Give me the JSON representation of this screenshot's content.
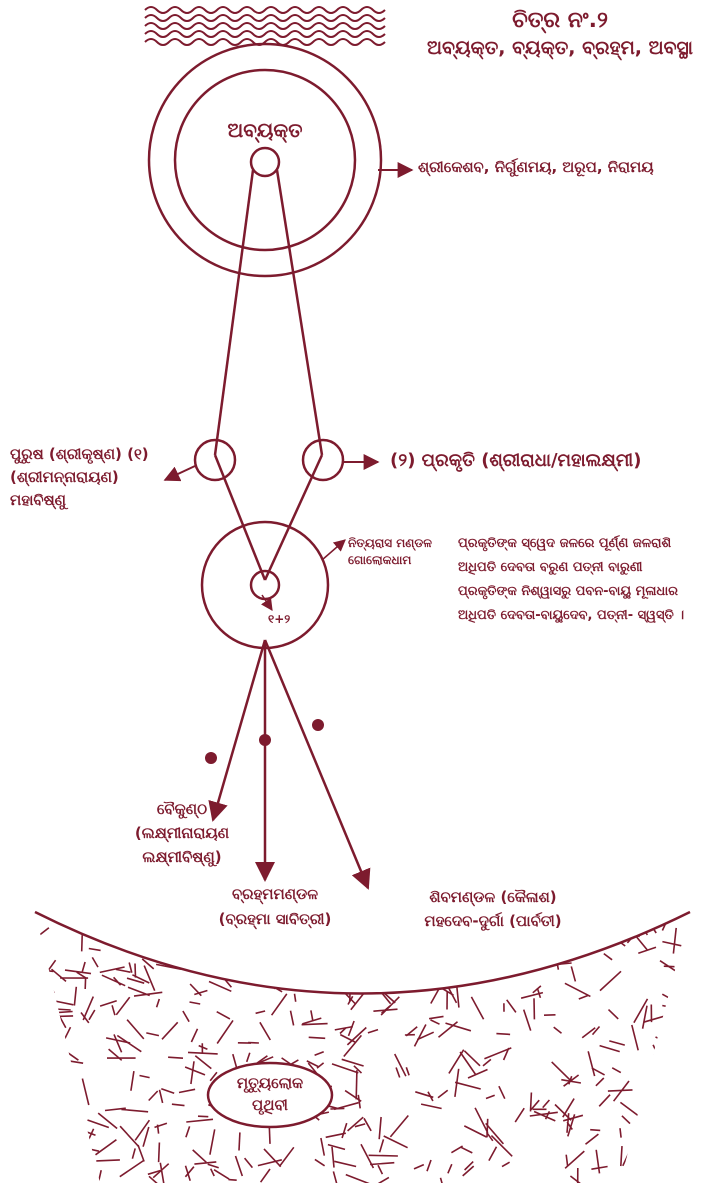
{
  "header": {
    "figure_number": "ଚିତ୍ର ନଂ.୨",
    "subtitle": "ଅବ୍ୟକ୍ତ, ବ୍ୟକ୍ତ, ବ୍ରହ୍ମ, ଅବସ୍ଥା"
  },
  "top_circle": {
    "label": "ଅବ୍ୟକ୍ତ",
    "description": "ଶ୍ରୀକେଶବ, ନିର୍ଗୁଣମୟ, ଅରୂପ, ନିରାମୟ"
  },
  "left_node": {
    "line1": "ପୁରୁଷ (ଶ୍ରୀକୃଷ୍ଣ) (୧)",
    "line2": "(ଶ୍ରୀମନ୍ନାରାୟଣ)",
    "line3": "ମହାବିଷ୍ଣୁ"
  },
  "right_node": {
    "label": "(୨) ପ୍ରକୃତି (ଶ୍ରୀରାଧା/ମହାଲକ୍ଷ୍ମୀ)"
  },
  "middle_circle": {
    "tag_line1": "ନିତ୍ୟରାସ ମଣ୍ଡଳ",
    "tag_line2": "ଗୋଲୋକଧାମ",
    "sum_label": "୧+୨",
    "notes": [
      "ପ୍ରକୃତିଙ୍କ ସ୍ୱେଦ ଜଳରେ ପୂର୍ଣ୍ଣ ଜଳରାଶି",
      "ଅଧିପତି ଦେବତା ବରୁଣ ପତ୍ନୀ ବାରୁଣୀ",
      "ପ୍ରକୃତିଙ୍କ ନିଶ୍ୱାସରୁ ପବନ-ବାୟୁ ମୂଳାଧାର",
      "ଅଧିପତି ଦେବତା-ବାୟୁଦେବ, ପତ୍ନୀ- ସ୍ୱସ୍ତି ।"
    ]
  },
  "branches": {
    "vaikuntha": {
      "line1": "ବୈକୁଣ୍ଠ",
      "line2": "(ଲକ୍ଷ୍ମୀନାରାୟଣ",
      "line3": "ଲକ୍ଷ୍ମୀବିଷ୍ଣୁ)"
    },
    "brahma": {
      "line1": "ବ୍ରହ୍ମମଣ୍ଡଳ",
      "line2": "(ବ୍ରହ୍ମା ସାବିତ୍ରୀ)"
    },
    "shiva": {
      "line1": "ଶିବମଣ୍ଡଳ (କୈଳାଶ)",
      "line2": "ମହଦେବ-ଦୁର୍ଗା (ପାର୍ବତୀ)"
    }
  },
  "earth": {
    "line1": "ମୃତ୍ୟୁଲୋକ",
    "line2": "ପୃଥିବୀ"
  },
  "colors": {
    "ink": "#7d1b2e",
    "background": "#ffffff"
  }
}
